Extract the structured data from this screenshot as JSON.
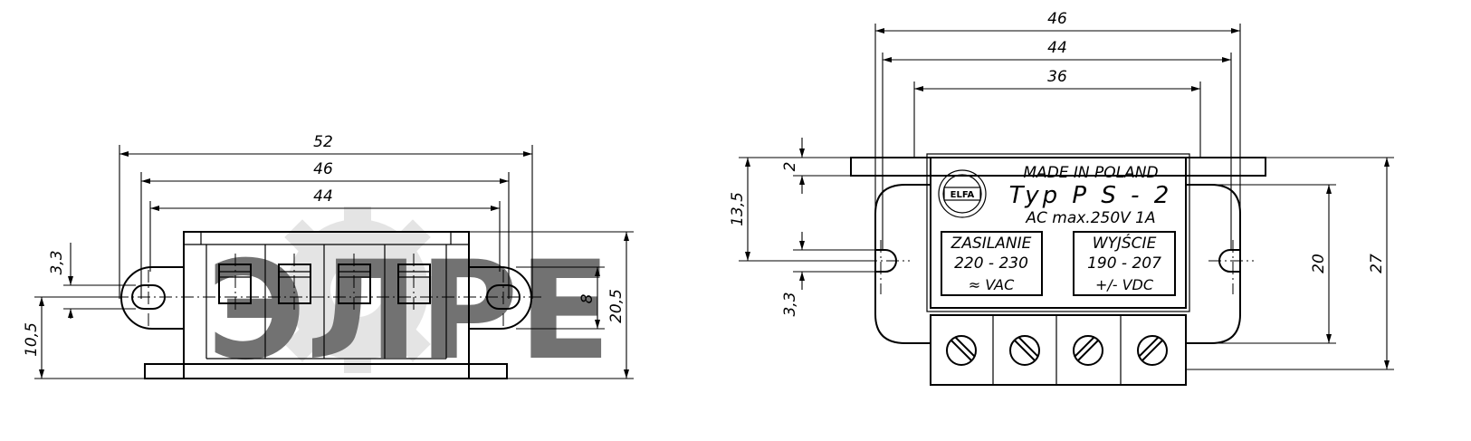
{
  "left_view": {
    "dim_52": "52",
    "dim_46": "46",
    "dim_44": "44",
    "dim_3_3": "3,3",
    "dim_10_5": "10,5",
    "dim_8": "8",
    "dim_20_5": "20,5"
  },
  "right_view": {
    "dim_46": "46",
    "dim_44": "44",
    "dim_36": "36",
    "dim_2": "2",
    "dim_13_5": "13,5",
    "dim_3_3": "3,3",
    "dim_20": "20",
    "dim_27": "27",
    "logo_text": "ELFA",
    "made_in": "MADE IN POLAND",
    "type_label": "Typ  P S - 2",
    "rating": "AC max.250V    1A",
    "input_title": "ZASILANIE",
    "input_range": "220 - 230",
    "input_unit": "≈  VAC",
    "output_title": "WYJŚCIE",
    "output_range": "190 - 207",
    "output_unit": "+/- VDC"
  },
  "watermark": {
    "text": "ЭЛРЕ",
    "color_accent": "#f5a04a",
    "color_gray": "#b4b4b4"
  }
}
